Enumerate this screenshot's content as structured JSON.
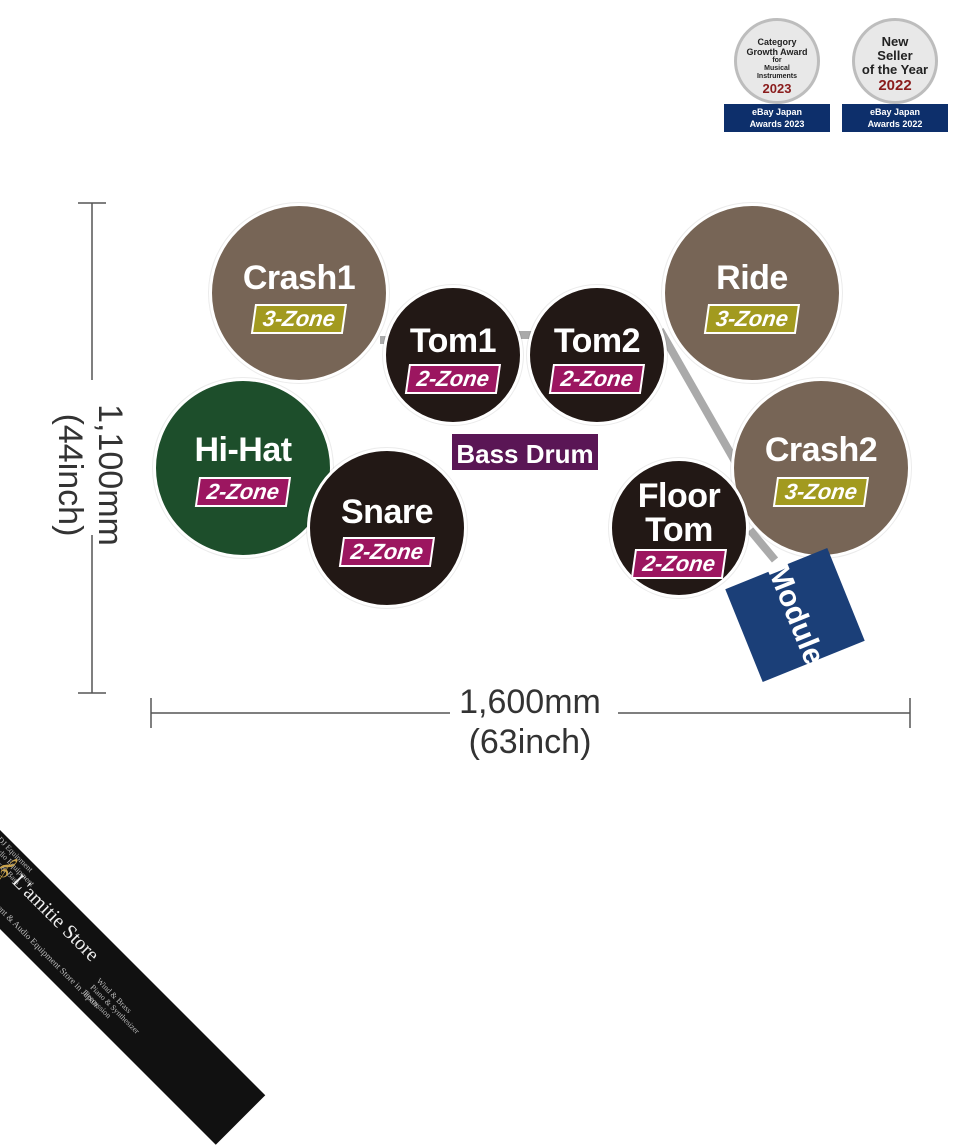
{
  "diagram": {
    "pads": [
      {
        "id": "crash1",
        "name": "Crash1",
        "zone": "3-Zone"
      },
      {
        "id": "tom1",
        "name": "Tom1",
        "zone": "2-Zone"
      },
      {
        "id": "tom2",
        "name": "Tom2",
        "zone": "2-Zone"
      },
      {
        "id": "ride",
        "name": "Ride",
        "zone": "3-Zone"
      },
      {
        "id": "hihat",
        "name": "Hi-Hat",
        "zone": "2-Zone"
      },
      {
        "id": "snare",
        "name": "Snare",
        "zone": "2-Zone"
      },
      {
        "id": "floortom",
        "name_line1": "Floor",
        "name_line2": "Tom",
        "zone": "2-Zone"
      },
      {
        "id": "crash2",
        "name": "Crash2",
        "zone": "3-Zone"
      }
    ],
    "bass_drum": "Bass Drum",
    "module": "Module",
    "dimensions": {
      "width_mm": "1,600mm",
      "width_inch": "(63inch)",
      "height_mm": "1,100mm",
      "height_inch": "(44inch)"
    },
    "colors": {
      "cymbal": "#776556",
      "drum": "#221815",
      "hihat": "#1d4e2b",
      "zone3": "#a29a1f",
      "zone2": "#9c1660",
      "bass": "#5a1655",
      "module": "#1b3f78"
    }
  },
  "badges": [
    {
      "title_lines": [
        "Category",
        "Growth Award",
        "for",
        "Musical",
        "Instruments"
      ],
      "year": "2023",
      "ribbon_lines": [
        "eBay Japan",
        "Awards 2023"
      ]
    },
    {
      "title_lines": [
        "New",
        "Seller",
        "of the Year"
      ],
      "year": "2022",
      "ribbon_lines": [
        "eBay Japan",
        "Awards 2022"
      ]
    }
  ],
  "store_banner": {
    "name": "L'amitie Store",
    "tagline": "We are the Best Musical Instrument & Audio Equipment Store in Japan.",
    "categories_left": [
      "DJ Equipment",
      "Audio Equipment",
      "Guitar & Bass"
    ],
    "categories_right": [
      "Wind & Brass",
      "Piano & Synthesizer",
      "Percussion"
    ]
  }
}
